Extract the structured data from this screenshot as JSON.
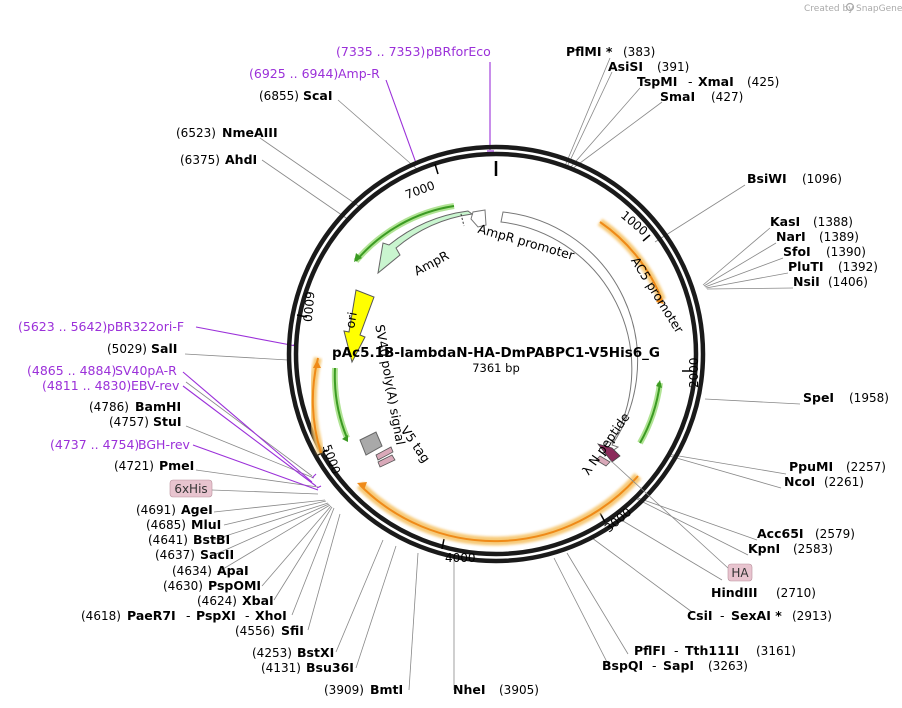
{
  "header": {
    "created_by": "Created by",
    "brand": "SnapGene"
  },
  "plasmid": {
    "name": "pAc5.1B-lambdaN-HA-DmPABPC1-V5His6_G",
    "length_label": "7361 bp",
    "length_bp": 7361
  },
  "ticks": [
    "1000",
    "2000",
    "3000",
    "4000",
    "5000",
    "6000",
    "7000"
  ],
  "colors": {
    "primer": "#9b30d9",
    "feature_green": "#4bb33a",
    "feature_orange_glow": "#f6c46a",
    "promoter_fill": "#ffffff",
    "ampr_fill": "#c9f5cf",
    "ori_fill": "#ffff00",
    "tag_fill": "#a9a9a9",
    "his_fill": "#d9a9b9",
    "lambda_fill": "#8b2b5b",
    "ha_badge": "#e8c4cf"
  },
  "features": {
    "ampr_promoter": "AmpR promoter",
    "ampr": "AmpR",
    "ac5_promoter": "AC5 promoter",
    "ori": "ori",
    "sv40_polya": "SV40 poly(A) signal",
    "v5_tag": "V5 tag",
    "lambda_n_peptide": "λ N peptide"
  },
  "badges": {
    "his": "6xHis",
    "ha": "HA"
  },
  "primers": [
    {
      "range": "(7335 .. 7353)",
      "name": "pBRforEco"
    },
    {
      "range": "(6925 .. 6944)",
      "name": "Amp-R"
    },
    {
      "range": "(5623 .. 5642)",
      "name": "pBR322ori-F"
    },
    {
      "range": "(4865 .. 4884)",
      "name": "SV40pA-R"
    },
    {
      "range": "(4811 .. 4830)",
      "name": "EBV-rev"
    },
    {
      "range": "(4737 .. 4754)",
      "name": "BGH-rev"
    }
  ],
  "right_sites": [
    {
      "name": "PflMI *",
      "pos": "(383)"
    },
    {
      "name": "AsiSI",
      "pos": "(391)"
    },
    {
      "name": "TspMI",
      "sep": "-",
      "name2": "XmaI",
      "pos": "(425)"
    },
    {
      "name": "SmaI",
      "pos": "(427)"
    },
    {
      "name": "BsiWI",
      "pos": "(1096)"
    },
    {
      "name": "KasI",
      "pos": "(1388)"
    },
    {
      "name": "NarI",
      "pos": "(1389)"
    },
    {
      "name": "SfoI",
      "pos": "(1390)"
    },
    {
      "name": "PluTI",
      "pos": "(1392)"
    },
    {
      "name": "NsiI",
      "pos": "(1406)"
    },
    {
      "name": "SpeI",
      "pos": "(1958)"
    },
    {
      "name": "PpuMI",
      "pos": "(2257)"
    },
    {
      "name": "NcoI",
      "pos": "(2261)"
    },
    {
      "name": "Acc65I",
      "pos": "(2579)"
    },
    {
      "name": "KpnI",
      "pos": "(2583)"
    },
    {
      "name": "HindIII",
      "pos": "(2710)"
    },
    {
      "name": "CsiI",
      "sep": "-",
      "name2": "SexAI *",
      "pos": "(2913)"
    },
    {
      "name": "PflFI",
      "sep": "-",
      "name2": "Tth111I",
      "pos": "(3161)"
    },
    {
      "name": "BspQI",
      "sep": "-",
      "name2": "SapI",
      "pos": "(3263)"
    },
    {
      "name": "NheI",
      "pos": "(3905)"
    }
  ],
  "left_sites": [
    {
      "pos": "(6855)",
      "name": "ScaI"
    },
    {
      "pos": "(6523)",
      "name": "NmeAIII"
    },
    {
      "pos": "(6375)",
      "name": "AhdI"
    },
    {
      "pos": "(5029)",
      "name": "SalI"
    },
    {
      "pos": "(4786)",
      "name": "BamHI"
    },
    {
      "pos": "(4757)",
      "name": "StuI"
    },
    {
      "pos": "(4721)",
      "name": "PmeI"
    },
    {
      "pos": "(4691)",
      "name": "AgeI"
    },
    {
      "pos": "(4685)",
      "name": "MluI"
    },
    {
      "pos": "(4641)",
      "name": "BstBI"
    },
    {
      "pos": "(4637)",
      "name": "SacII"
    },
    {
      "pos": "(4634)",
      "name": "ApaI"
    },
    {
      "pos": "(4630)",
      "name": "PspOMI"
    },
    {
      "pos": "(4624)",
      "name": "XbaI"
    },
    {
      "pos": "(4618)",
      "name": "PaeR7I",
      "sep": "-",
      "name2": "PspXI",
      "sep2": "-",
      "name3": "XhoI"
    },
    {
      "pos": "(4556)",
      "name": "SfiI"
    },
    {
      "pos": "(4253)",
      "name": "BstXI"
    },
    {
      "pos": "(4131)",
      "name": "Bsu36I"
    },
    {
      "pos": "(3909)",
      "name": "BmtI"
    }
  ]
}
